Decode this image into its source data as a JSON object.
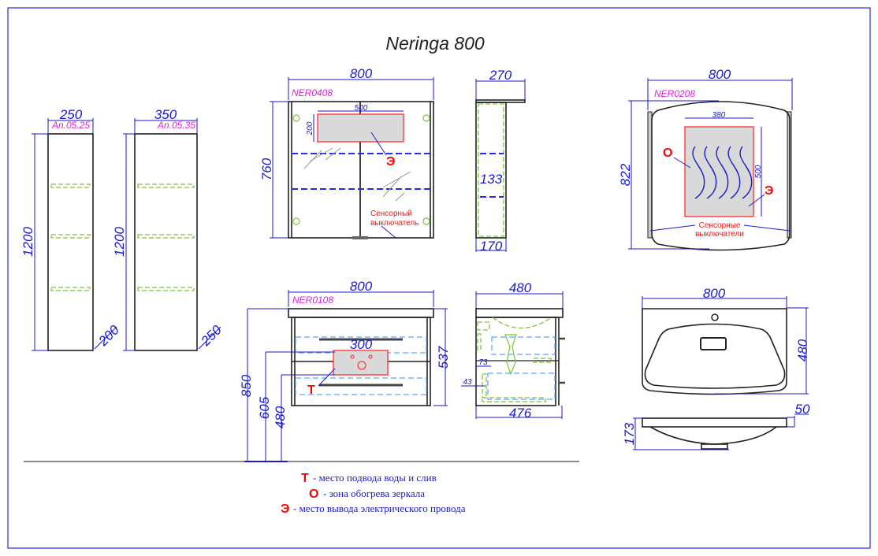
{
  "title": "Neringa 800",
  "column_250": {
    "code": "An.05.25",
    "width": "250",
    "height": "1200",
    "depth": "200"
  },
  "column_350": {
    "code": "An.05.35",
    "width": "350",
    "height": "1200",
    "depth": "250"
  },
  "mirror_cabinet": {
    "code": "NER0408",
    "width": "800",
    "height": "760",
    "panel_width": "500",
    "panel_height": "200",
    "mark": "Э",
    "sensor_line1": "Сенсорный",
    "sensor_line2": "выключатель"
  },
  "mirror_cabinet_side": {
    "top_depth": "270",
    "shelf_gap": "133",
    "depth": "170"
  },
  "mirror": {
    "code": "NER0208",
    "width": "800",
    "height": "822",
    "heater_width": "380",
    "heater_height": "500",
    "mark_o": "О",
    "mark_e": "Э",
    "sensor_line1": "Сенсорные",
    "sensor_line2": "выключатели"
  },
  "vanity": {
    "code": "NER0108",
    "width": "800",
    "height": "537",
    "install_height": "850",
    "zone_top": "605",
    "zone_bottom": "480",
    "zone_width": "300",
    "mark": "Т"
  },
  "vanity_side": {
    "top_depth": "480",
    "depth": "476",
    "dim_73": "73",
    "dim_43": "43"
  },
  "basin": {
    "width": "800",
    "depth": "480",
    "height": "173",
    "rim": "50"
  },
  "legend": [
    {
      "mark": "Т",
      "text": "- место подвода воды и слив"
    },
    {
      "mark": "О",
      "text": "-  зона обогрева зеркала"
    },
    {
      "mark": "Э",
      "text": "-  место вывода электрического провода"
    }
  ]
}
